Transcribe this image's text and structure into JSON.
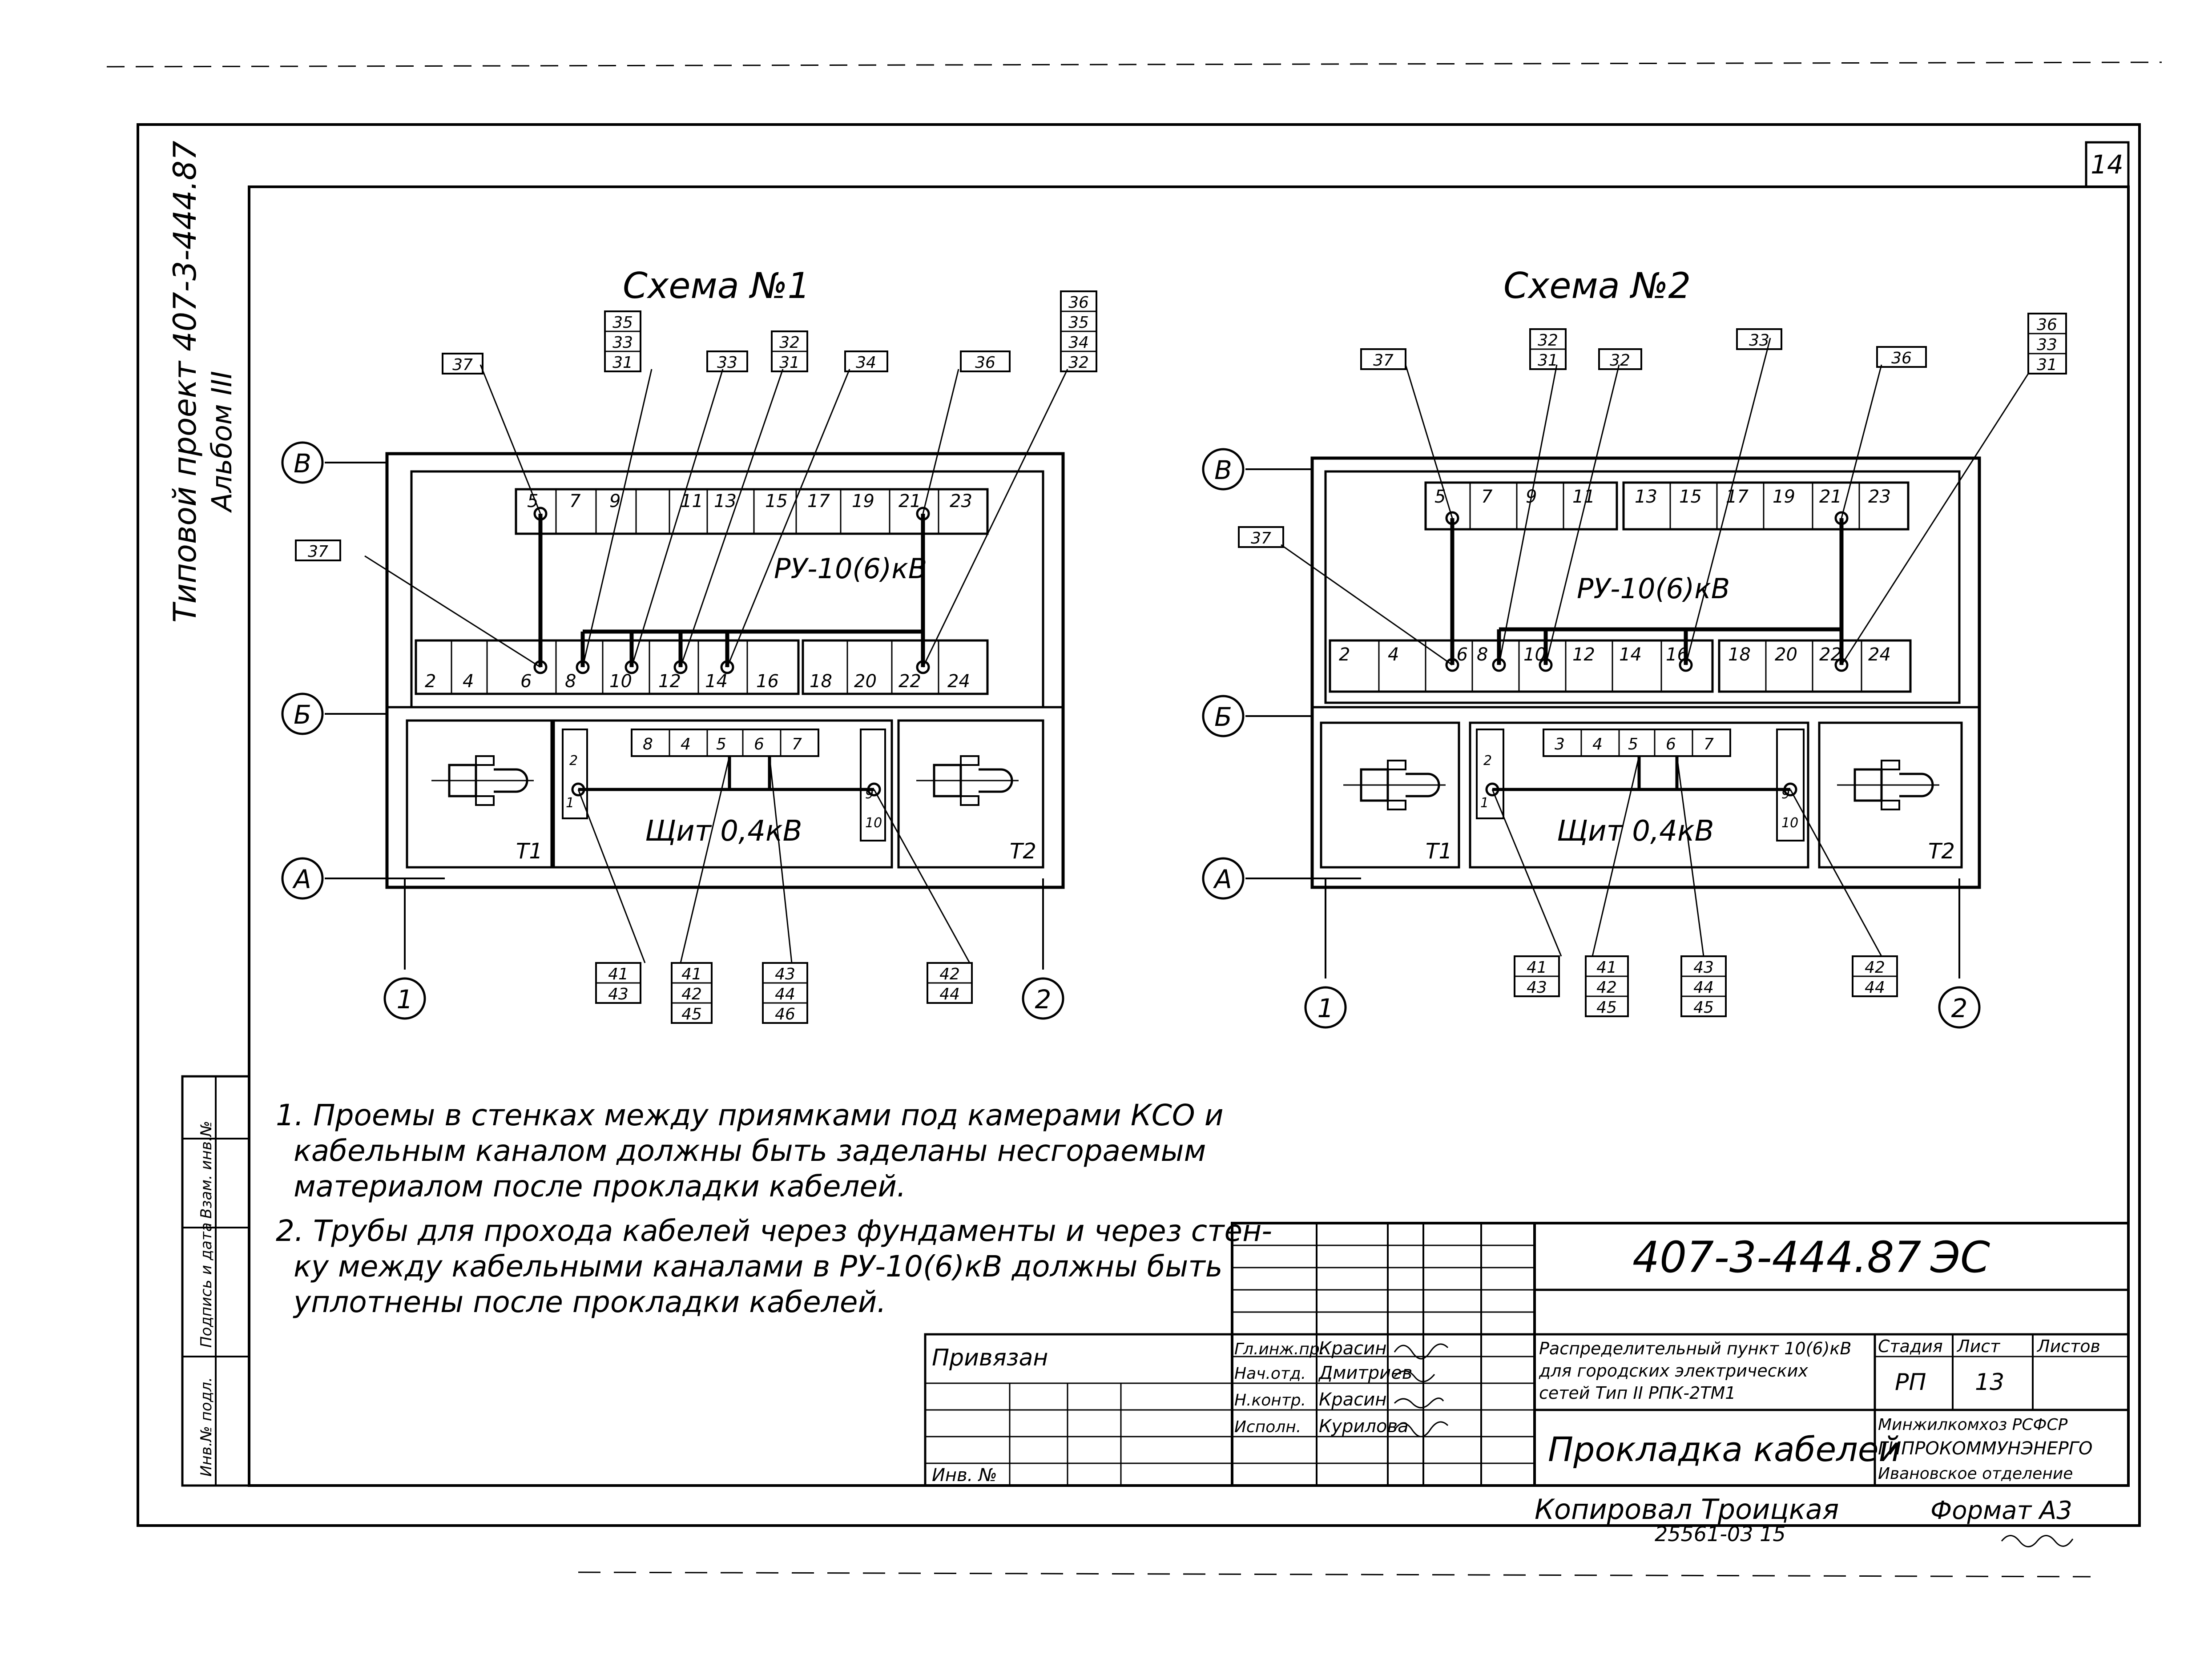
{
  "sheet_number": "14",
  "side_label": {
    "project": "Типовой проект 407-3-444.87",
    "album": "Альбом III"
  },
  "stamp_column": [
    "Инв.№ подл.",
    "Подпись и дата",
    "Взам. инв.№"
  ],
  "schemes": [
    {
      "title": "Схема №1",
      "axes": {
        "top": "В",
        "mid": "Б",
        "bot": "А",
        "left": "1",
        "right": "2"
      },
      "ru_label": "РУ-10(6)кВ",
      "shield_label": "Щит 0,4кВ",
      "t1": "Т1",
      "t2": "Т2",
      "top_row_cells": [
        "5",
        "7",
        "9",
        "",
        "11",
        "13",
        "15",
        "17",
        "19",
        "21",
        "23"
      ],
      "bottom_row_cells": [
        "2",
        "4",
        "6",
        "8",
        "10",
        "12",
        "14",
        "16",
        "18",
        "20",
        "22",
        "24"
      ],
      "shield_cells": [
        "8",
        "4",
        "5",
        "6",
        "7"
      ],
      "left_panel_cells": [
        "2",
        "1"
      ],
      "right_panel_cells": [
        "9",
        "10"
      ],
      "top_tags": [
        [
          "37"
        ],
        [
          "35",
          "33",
          "31"
        ],
        [
          "33"
        ],
        [
          "32",
          "31"
        ],
        [
          "34"
        ],
        [
          "36"
        ],
        [
          "36",
          "35",
          "34",
          "32"
        ]
      ],
      "left_tag": "37",
      "bottom_tags": [
        [
          "41",
          "43"
        ],
        [
          "41",
          "42",
          "45"
        ],
        [
          "43",
          "44",
          "46"
        ],
        [
          "42",
          "44"
        ]
      ]
    },
    {
      "title": "Схема №2",
      "axes": {
        "top": "В",
        "mid": "Б",
        "bot": "А",
        "left": "1",
        "right": "2"
      },
      "ru_label": "РУ-10(6)кВ",
      "shield_label": "Щит 0,4кВ",
      "t1": "Т1",
      "t2": "Т2",
      "top_row_cells": [
        "5",
        "7",
        "9",
        "11",
        "13",
        "15",
        "17",
        "19",
        "21",
        "23"
      ],
      "bottom_row_cells": [
        "2",
        "4",
        "6",
        "8",
        "10",
        "12",
        "14",
        "16",
        "18",
        "20",
        "22",
        "24"
      ],
      "shield_cells": [
        "3",
        "4",
        "5",
        "6",
        "7"
      ],
      "left_panel_cells": [
        "2",
        "1"
      ],
      "right_panel_cells": [
        "9",
        "10"
      ],
      "top_tags": [
        [
          "37"
        ],
        [
          "32",
          "31"
        ],
        [
          "32"
        ],
        [
          "33"
        ],
        [
          "36"
        ],
        [
          "36",
          "33",
          "31"
        ]
      ],
      "left_tag": "37",
      "bottom_tags": [
        [
          "41",
          "43"
        ],
        [
          "41",
          "42",
          "45"
        ],
        [
          "43",
          "44",
          "45"
        ],
        [
          "42",
          "44"
        ]
      ]
    }
  ],
  "notes": [
    "1. Проемы в стенках между приямками под камерами КСО и",
    "кабельным каналом должны быть заделаны несгораемым",
    "материалом после прокладки кабелей.",
    "2. Трубы для прохода кабелей через фундаменты и через стен-",
    "ку между кабельными каналами в РУ-10(6)кВ должны быть",
    "уплотнены после прокладки кабелей."
  ],
  "title_block": {
    "code": "407-3-444.87",
    "mark": "ЭС",
    "privyazan": "Привязан",
    "inv_no": "Инв. №",
    "roles": [
      "Гл.инж.пр.",
      "Нач.отд.",
      "Н.контр.",
      "Исполн."
    ],
    "names": [
      "Красин",
      "Дмитриев",
      "Красин",
      "Курилова"
    ],
    "description": [
      "Распределительный пункт 10(6)кВ",
      "для городских электрических",
      "сетей  Тип II РПК-2ТМ1"
    ],
    "stage_header": "Стадия",
    "sheet_header": "Лист",
    "sheets_header": "Листов",
    "stage": "РП",
    "sheet": "13",
    "drawing_title": "Прокладка кабелей",
    "org": [
      "Минжилкомхоз РСФСР",
      "ГИПРОКОММУНЭНЕРГО",
      "Ивановское отделение"
    ]
  },
  "footer": {
    "copied": "Копировал Троицкая",
    "number": "25561-03   15",
    "format": "Формат А3"
  }
}
